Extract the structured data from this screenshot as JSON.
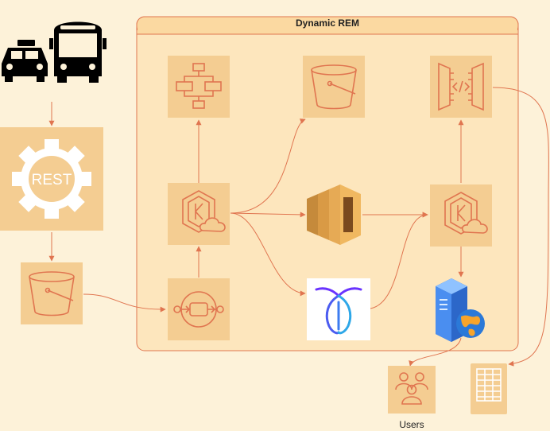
{
  "group": {
    "title": "Dynamic REM"
  },
  "nodes": {
    "vehicles": {
      "icon": "taxi-bus-icon"
    },
    "rest_api": {
      "text": "REST",
      "icon": "rest-gear-icon"
    },
    "s3_ingest": {
      "icon": "s3-bucket-icon"
    },
    "sqs": {
      "icon": "queue-icon"
    },
    "eks_left": {
      "icon": "eks-cloud-icon"
    },
    "step_functions": {
      "icon": "step-functions-icon"
    },
    "s3_store": {
      "icon": "s3-bucket-icon"
    },
    "kinesis": {
      "icon": "kinesis-stream-icon"
    },
    "cockroach": {
      "icon": "cockroach-logo-icon"
    },
    "eks_right": {
      "icon": "eks-cloud-icon"
    },
    "api_gateway": {
      "icon": "api-gateway-icon"
    },
    "web_server": {
      "icon": "web-server-icon"
    },
    "users": {
      "label": "Users",
      "icon": "users-icon"
    },
    "database": {
      "icon": "database-table-icon"
    }
  },
  "colors": {
    "background": "#fdf2d9",
    "tile": "#f4cd92",
    "icon_stroke": "#e07550",
    "connector": "#e07550",
    "group_fill": "#fbd9a1",
    "group_border": "#e07550"
  }
}
